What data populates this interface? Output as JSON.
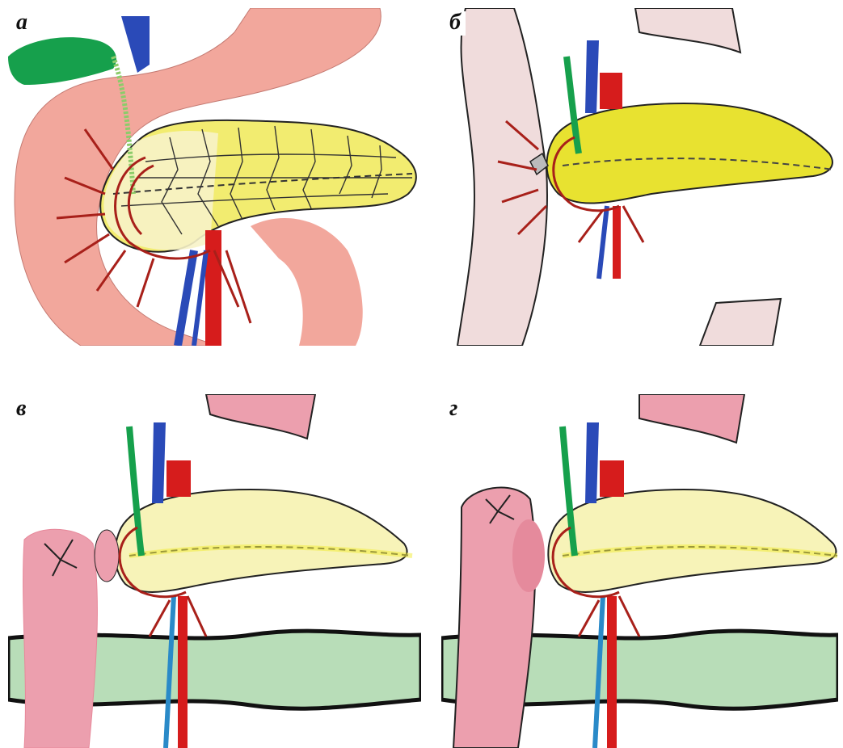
{
  "panels": [
    {
      "id": "a",
      "label": "а"
    },
    {
      "id": "b",
      "label": "б"
    },
    {
      "id": "c",
      "label": "в"
    },
    {
      "id": "d",
      "label": "г"
    }
  ],
  "colors": {
    "pancreas": "#f2ec70",
    "pancreas_pale": "#f7f3b8",
    "duodenum_stage_a": "#f2a79c",
    "duodenum_stage_b": "#f0dcdc",
    "bowel_pink": "#ec9fae",
    "jejunum_green": "#b8ddb8",
    "gallbladder": "#16a04c",
    "portal_vein": "#2a4ab8",
    "aorta_artery": "#d61c1c",
    "vessel_brown": "#a8201a"
  }
}
